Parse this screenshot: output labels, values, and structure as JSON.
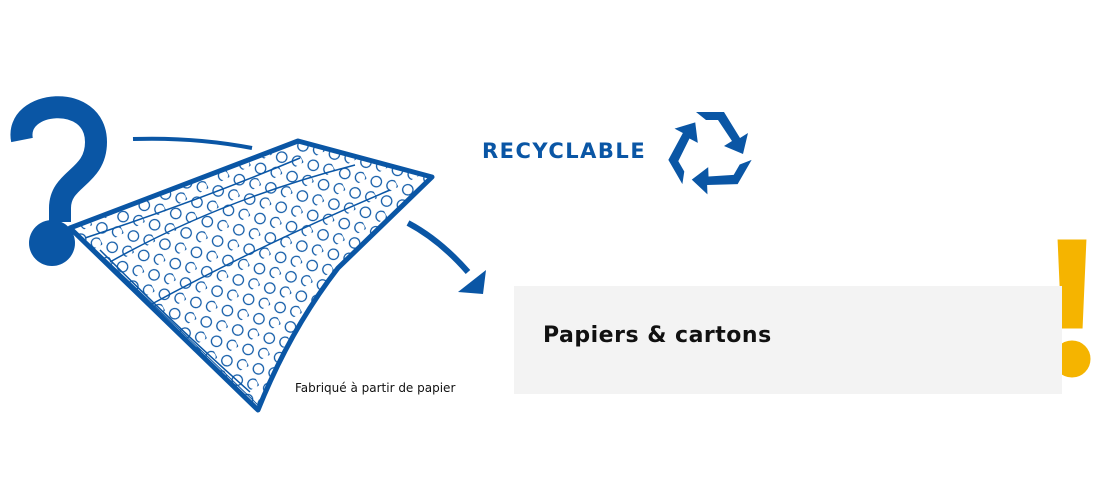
{
  "status": {
    "label": "RECYCLABLE"
  },
  "item": {
    "caption": "Fabriqué à partir de papier"
  },
  "bin": {
    "label": "Papiers & cartons"
  },
  "icons": {
    "question": "question-mark-icon",
    "recycle": "recycle-icon",
    "warning": "exclamation-icon"
  },
  "colors": {
    "brand_blue": "#0a56a5",
    "warning_yellow": "#f5b400",
    "box_gray": "#f3f3f3"
  }
}
